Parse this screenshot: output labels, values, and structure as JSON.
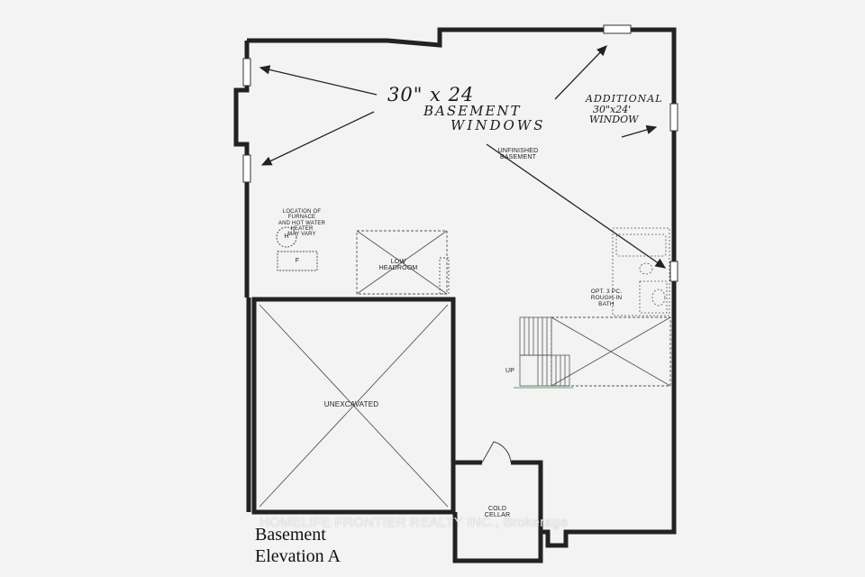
{
  "notes": {
    "windows_size": "30\" x 24",
    "windows_line1": "BASEMENT",
    "windows_line2": "WINDOWS",
    "additional_line1": "ADDITIONAL",
    "additional_line2": "30\"x24'",
    "additional_line3": "WINDOW"
  },
  "rooms": {
    "unfinished_line1": "UNFINISHED",
    "unfinished_line2": "BASEMENT",
    "furnace_note_line1": "LOCATION OF FURNACE",
    "furnace_note_line2": "AND HOT WATER HEATER",
    "furnace_note_line3": "MAY VARY",
    "heater_symbol": "H",
    "furnace_symbol": "F",
    "low_headroom_line1": "LOW",
    "low_headroom_line2": "HEADROOM",
    "bath_line1": "OPT. 3 PC.",
    "bath_line2": "ROUGH-IN",
    "bath_line3": "BATH",
    "stairs_up": "UP",
    "unexcavated": "UNEXCAVATED",
    "cold_cellar_line1": "COLD",
    "cold_cellar_line2": "CELLAR"
  },
  "caption": {
    "line1": "Basement",
    "line2": "Elevation A"
  },
  "watermark": "HOMELIFE FRONTIER REALTY INC., Brokerage"
}
